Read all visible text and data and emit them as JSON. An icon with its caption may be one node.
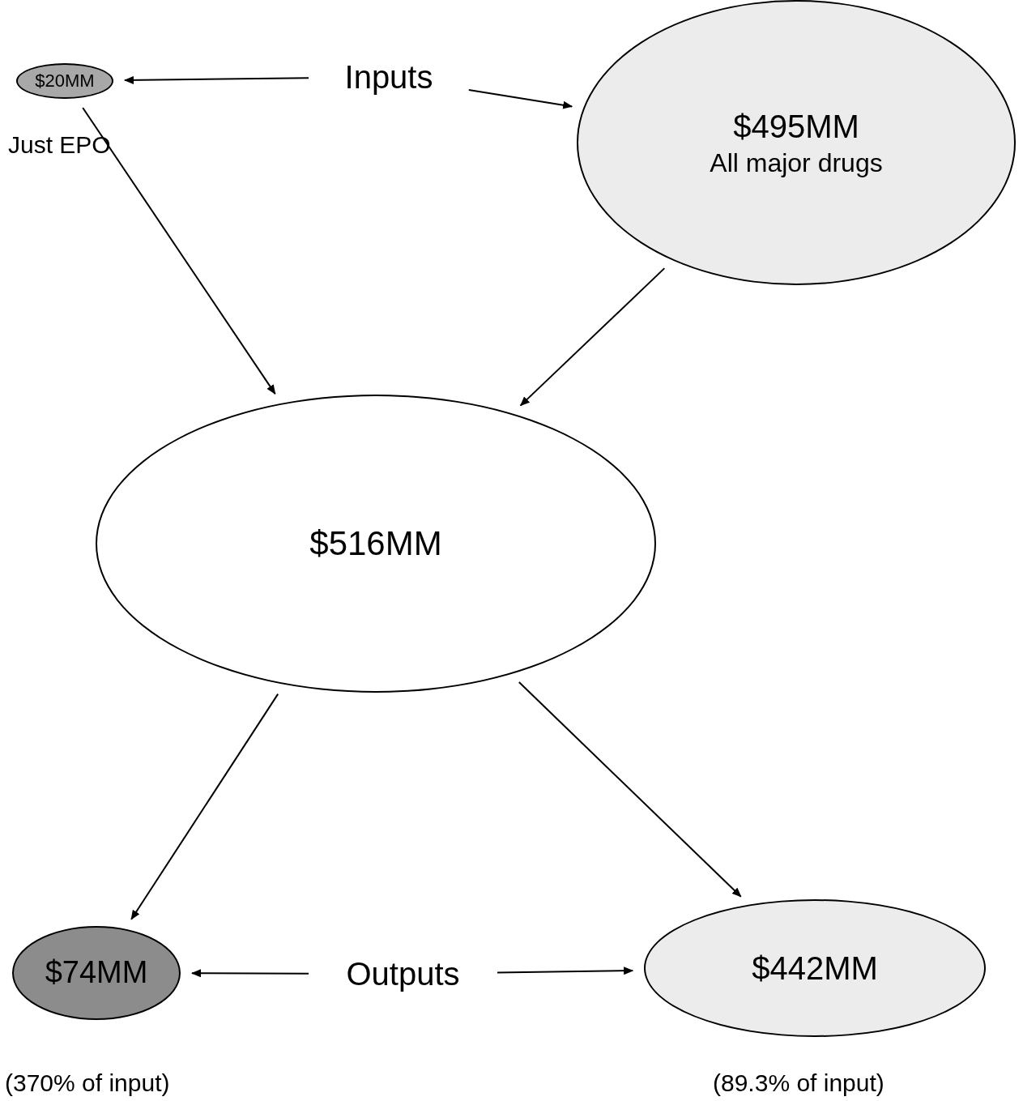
{
  "diagram": {
    "nodes": [
      {
        "text": [
          "$20MM"
        ],
        "beside": [
          "Just EPO"
        ]
      },
      {
        "text": [
          "Inputs"
        ]
      },
      {
        "text": [
          "$495MM",
          "All major drugs"
        ]
      },
      {
        "text": [
          "$516MM"
        ]
      },
      {
        "text": [
          "$74MM"
        ],
        "beside": [
          "(370% of input)"
        ]
      },
      {
        "text": [
          "Outputs"
        ]
      },
      {
        "text": [
          "$442MM"
        ],
        "beside": [
          "(89.3% of input)"
        ]
      }
    ],
    "edges": [
      {
        "from": 1,
        "to": 0,
        "arrow": "to"
      },
      {
        "from": 1,
        "to": 2,
        "arrow": "to"
      },
      {
        "from": 0,
        "to": 3,
        "arrow": "to"
      },
      {
        "from": 2,
        "to": 3,
        "arrow": "to"
      },
      {
        "from": 3,
        "to": 4,
        "arrow": "to"
      },
      {
        "from": 3,
        "to": 6,
        "arrow": "to"
      },
      {
        "from": 5,
        "to": 4,
        "arrow": "to"
      },
      {
        "from": 5,
        "to": 6,
        "arrow": "to"
      }
    ]
  }
}
